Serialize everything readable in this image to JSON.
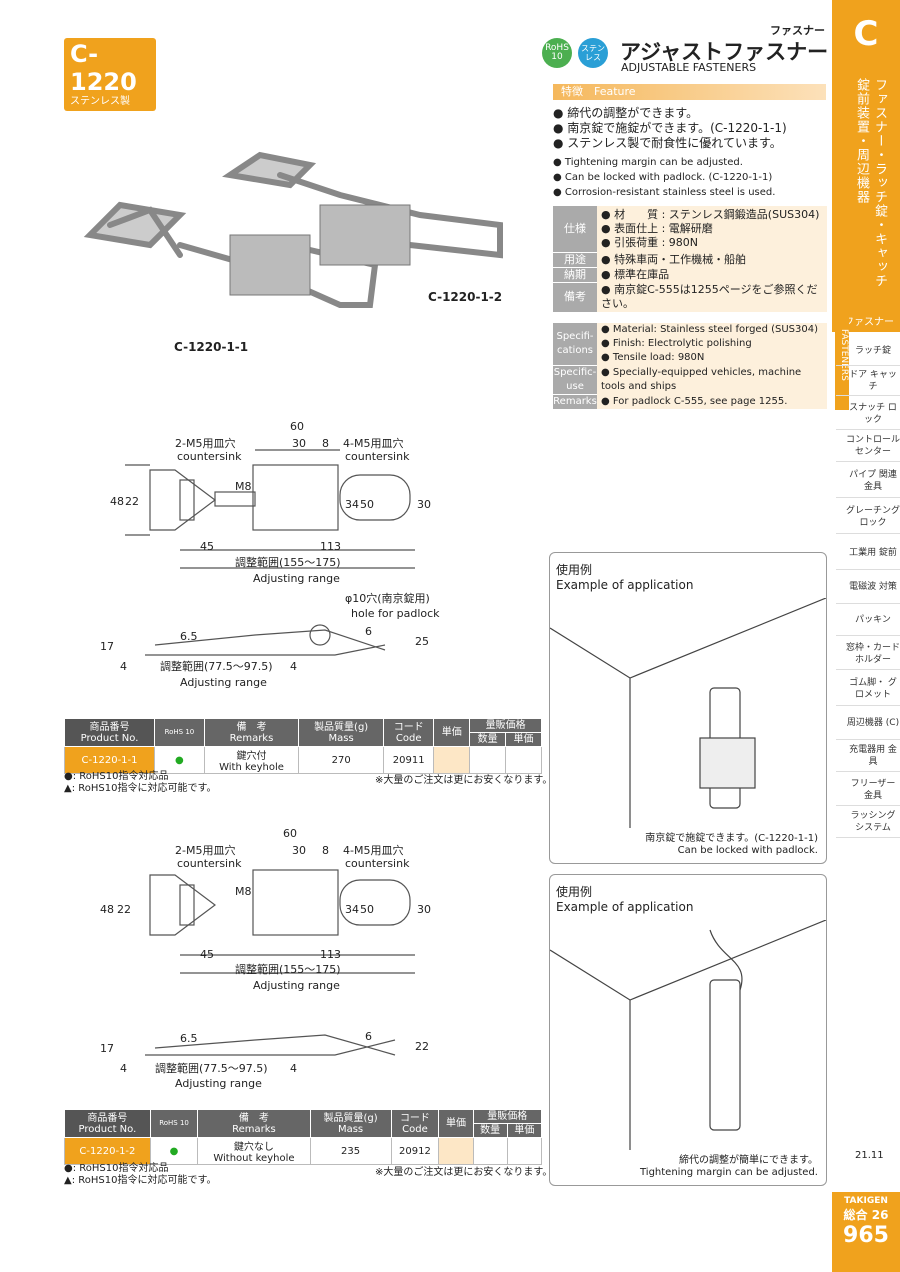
{
  "header": {
    "product_code": "C-1220",
    "material_sub": "ステンレス製",
    "category_small": "ファスナー",
    "title_ja": "アジャストファスナー",
    "title_en": "ADJUSTABLE FASTENERS",
    "rohs_badge": "RoHS 10",
    "stainless_badge": "ステンレス"
  },
  "side": {
    "letter": "C",
    "category_vertical": "ファスナー・ラッチ錠・キャッチ",
    "category_vertical2": "錠前装置・周辺機器",
    "fasteners_en": "FASTENERS",
    "fasteners_ja": "ファスナー",
    "nav": [
      "ラッチ錠",
      "ドア キャッチ",
      "スナッチ ロック",
      "コントロール センター",
      "パイプ 関連金具",
      "グレーチング ロック",
      "工業用 錠前",
      "電磁波 対策",
      "パッキン",
      "窓枠・カード ホルダー",
      "ゴム脚・ グロメット",
      "周辺機器 (C)",
      "充電器用 金具",
      "フリーザー 金具",
      "ラッシング システム"
    ]
  },
  "feature": {
    "label_ja": "特徴",
    "label_en": "Feature",
    "ja": [
      "締代の調整ができます。",
      "南京錠で施錠ができます。(C-1220-1-1)",
      "ステンレス製で耐食性に優れています。"
    ],
    "en": [
      "Tightening margin can be adjusted.",
      "Can be locked with padlock. (C-1220-1-1)",
      "Corrosion-resistant stainless steel is used."
    ]
  },
  "spec_ja": {
    "spec_label": "仕様",
    "spec_lines": [
      "材　　質 : ステンレス鋼鍛造品(SUS304)",
      "表面仕上 : 電解研磨",
      "引張荷重 : 980N"
    ],
    "use_label": "用途",
    "use": "特殊車両・工作機械・船舶",
    "delivery_label": "納期",
    "delivery": "標準在庫品",
    "remark_label": "備考",
    "remark": "南京錠C-555は1255ページをご参照ください。"
  },
  "spec_en": {
    "spec_label": "Specifi-cations",
    "spec_lines": [
      "Material: Stainless steel forged (SUS304)",
      "Finish: Electrolytic polishing",
      "Tensile load: 980N"
    ],
    "use_label": "Specific-use",
    "use": "Specially-equipped vehicles, machine tools and ships",
    "remark_label": "Remarks",
    "remark": "For padlock C-555, see page 1255."
  },
  "photo": {
    "label1": "C-1220-1-1",
    "label2": "C-1220-1-2"
  },
  "drawing": {
    "dim60": "60",
    "dim30": "30",
    "dim8": "8",
    "dim48": "48",
    "dim22": "22",
    "dim34": "34",
    "dim50": "50",
    "dim30b": "30",
    "m8": "M8",
    "dim45": "45",
    "dim113": "113",
    "adj_ja": "調整範囲(155〜175)",
    "adj_en": "Adjusting range",
    "holes2_ja": "2-M5用皿穴",
    "holes2_en": "countersink",
    "holes4_ja": "4-M5用皿穴",
    "holes4_en": "countersink",
    "pad_ja": "φ10穴(南京錠用)",
    "pad_en": "hole for padlock",
    "d17": "17",
    "d65": "6.5",
    "d4": "4",
    "d4b": "4",
    "d6": "6",
    "d25": "25",
    "d22": "22",
    "adj2_ja": "調整範囲(77.5〜97.5)",
    "adj2_en": "Adjusting range"
  },
  "table_head": {
    "prod_ja": "商品番号",
    "prod_en": "Product No.",
    "rohs": "RoHS 10",
    "rem_ja": "備　考",
    "rem_en": "Remarks",
    "mass_ja": "製品質量(g)",
    "mass_en": "Mass",
    "code_ja": "コード",
    "code_en": "Code",
    "price": "単価",
    "vol": "量販価格",
    "qty": "数量",
    "unit": "単価"
  },
  "table1": {
    "product": "C-1220-1-1",
    "rohs": "●",
    "remarks_ja": "鍵穴付",
    "remarks_en": "With keyhole",
    "mass": "270",
    "code": "20911"
  },
  "table2": {
    "product": "C-1220-1-2",
    "rohs": "●",
    "remarks_ja": "鍵穴なし",
    "remarks_en": "Without keyhole",
    "mass": "235",
    "code": "20912"
  },
  "notes": {
    "n1": "●: RoHS10指令対応品",
    "n2": "▲: RoHS10指令に対応可能です。",
    "bulk": "※大量のご注文は更にお安くなります。"
  },
  "app1": {
    "title_ja": "使用例",
    "title_en": "Example of application",
    "cap_ja": "南京錠で施錠できます。(C-1220-1-1)",
    "cap_en": "Can be locked with padlock."
  },
  "app2": {
    "title_ja": "使用例",
    "title_en": "Example of application",
    "cap_ja": "締代の調整が簡単にできます。",
    "cap_en": "Tightening margin can be adjusted."
  },
  "footer": {
    "date": "21.11",
    "brand": "TAKIGEN",
    "sogo": "総合 26",
    "page": "965"
  }
}
